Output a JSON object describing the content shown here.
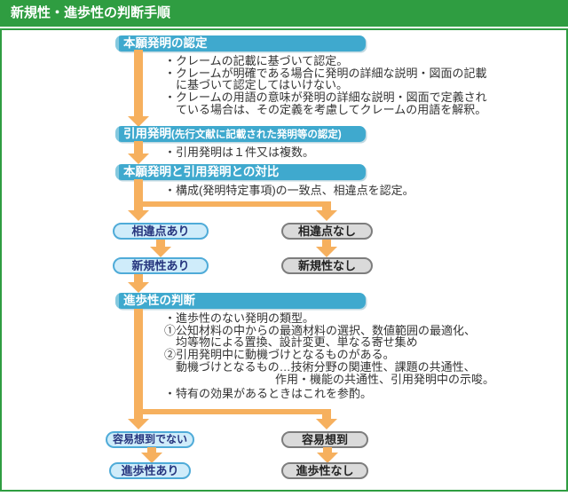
{
  "title": "新規性・進歩性の判断手順",
  "colors": {
    "header_green": "#2f9d41",
    "step_box_blue": "#3fa9ce",
    "arrow_orange": "#f6b05e",
    "pill_blue_bg": "#cfecfa",
    "pill_blue_border": "#4fabd8",
    "pill_blue_text": "#26357e",
    "pill_gray_bg": "#dadada",
    "pill_gray_border": "#7d7d7d",
    "note_text": "#333333"
  },
  "steps": {
    "step1": {
      "label": "本願発明の認定",
      "notes": [
        "・クレームの記載に基づいて認定。",
        "・クレームが明確である場合に発明の詳細な説明・図面の記載",
        "に基づいて認定してはいけない。",
        "・クレームの用語の意味が発明の詳細な説明・図面で定義され",
        "ている場合は、その定義を考慮してクレームの用語を解釈。"
      ]
    },
    "step2": {
      "label_main": "引用発明",
      "label_paren": "(先行文献に記載された発明等の認定)",
      "notes": [
        "・引用発明は１件又は複数。"
      ]
    },
    "step3": {
      "label": "本願発明と引用発明との対比",
      "notes": [
        "・構成(発明特定事項)の一致点、相違点を認定。"
      ]
    },
    "step4": {
      "label": "進歩性の判断",
      "notes": [
        "・進歩性のない発明の類型。",
        "①公知材料の中からの最適材料の選択、数値範囲の最適化、",
        "均等物による置換、設計変更、単なる寄せ集め",
        "②引用発明中に動機づけとなるものがある。",
        "動機づけとなるもの…技術分野の関連性、課題の共通性、",
        "作用・機能の共通性、引用発明中の示唆。",
        "・特有の効果があるときはこれを参酌。"
      ]
    }
  },
  "outcomes": {
    "differences_yes": "相違点あり",
    "differences_no": "相違点なし",
    "novelty_yes": "新規性あり",
    "novelty_no": "新規性なし",
    "not_easily_conceived": "容易想到でない",
    "easily_conceived": "容易想到",
    "inventive_step_yes": "進歩性あり",
    "inventive_step_no": "進歩性なし"
  }
}
